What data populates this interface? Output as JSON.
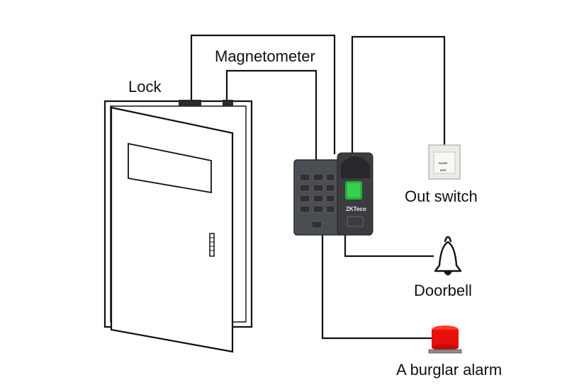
{
  "labels": {
    "lock": "Lock",
    "magnetometer": "Magnetometer",
    "out_switch": "Out switch",
    "doorbell": "Doorbell",
    "burglar_alarm": "A burglar alarm"
  },
  "device": {
    "brand": "ZKTeco",
    "switch_line1": "DOOR",
    "switch_line2": "EXIT"
  },
  "colors": {
    "wire": "#111111",
    "device_body": "#4a4d52",
    "fingerprint_sensor": "#22b33a",
    "alarm_red": "#e8100c"
  },
  "icons": [
    "door",
    "lock-block",
    "magnetometer-sensor",
    "keypad-device",
    "exit-switch",
    "bell-icon",
    "alarm-beacon"
  ]
}
